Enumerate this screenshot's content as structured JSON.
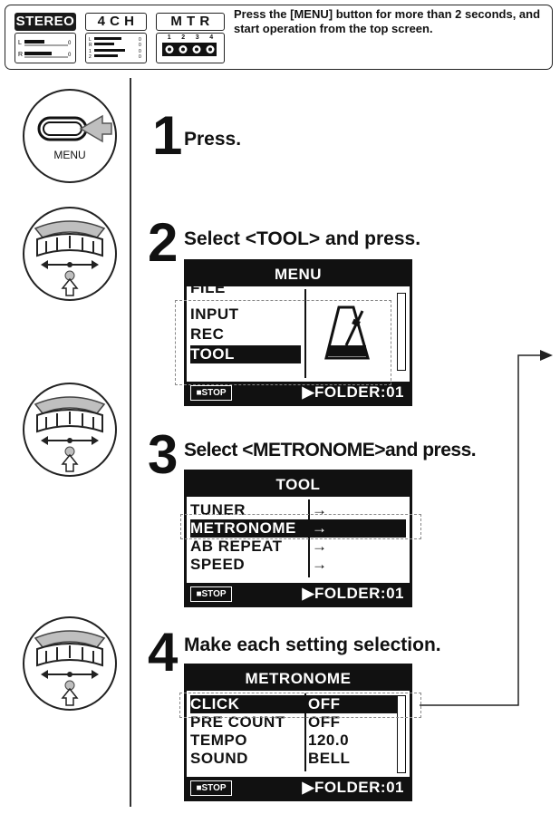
{
  "header": {
    "badges": [
      {
        "label": "STEREO"
      },
      {
        "label": "4 C H"
      },
      {
        "label": "M T R",
        "tracks": [
          "1",
          "2",
          "3",
          "4"
        ]
      }
    ],
    "instruction": "Press the [MENU] button for more than 2 seconds, and start operation from the top screen."
  },
  "steps": [
    {
      "num": "1",
      "text": "Press.",
      "icon_label": "MENU"
    },
    {
      "num": "2",
      "text": "Select <TOOL> and press."
    },
    {
      "num": "3",
      "text": "Select <METRONOME>and press."
    },
    {
      "num": "4",
      "text": "Make each setting selection."
    }
  ],
  "screens": {
    "menu": {
      "title": "MENU",
      "items": [
        "FILE",
        "INPUT",
        "REC",
        "TOOL"
      ],
      "stop": "■STOP",
      "folder": "▶FOLDER:01"
    },
    "tool": {
      "title": "TOOL",
      "items": [
        {
          "label": "TUNER",
          "arrow": "→"
        },
        {
          "label": "METRONOME",
          "arrow": "→"
        },
        {
          "label": "AB REPEAT",
          "arrow": "→"
        },
        {
          "label": "SPEED",
          "arrow": "→"
        }
      ],
      "stop": "■STOP",
      "folder": "▶FOLDER:01"
    },
    "metronome": {
      "title": "METRONOME",
      "rows": [
        {
          "label": "CLICK",
          "value": "OFF"
        },
        {
          "label": "PRE COUNT",
          "value": "OFF"
        },
        {
          "label": "TEMPO",
          "value": "120.0"
        },
        {
          "label": "SOUND",
          "value": "BELL"
        }
      ],
      "stop": "■STOP",
      "folder": "▶FOLDER:01"
    }
  },
  "colors": {
    "ink": "#111111",
    "dash": "#888888",
    "dial": "#bfbfbf"
  }
}
